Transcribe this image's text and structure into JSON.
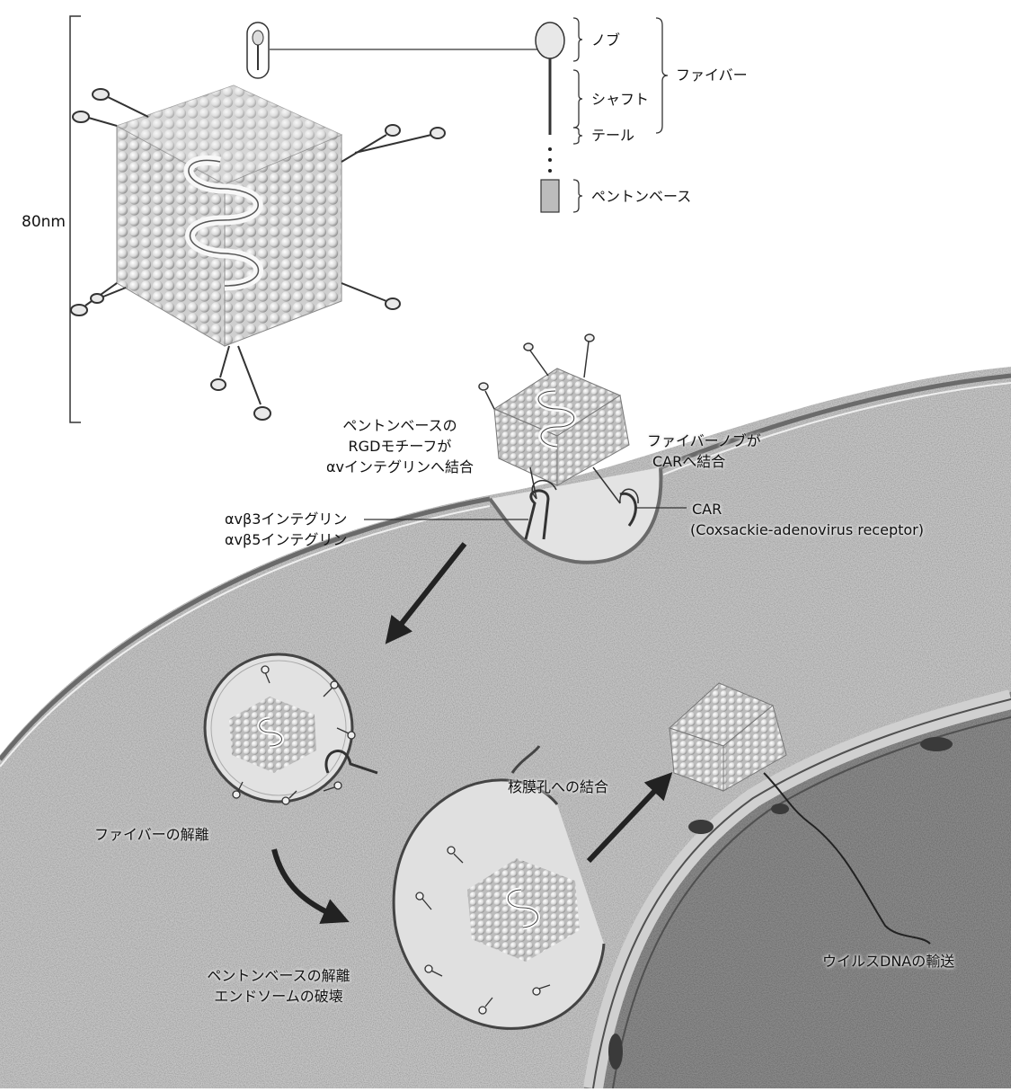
{
  "labels": {
    "scale": "80nm",
    "knob": "ノブ",
    "shaft": "シャフト",
    "tail": "テール",
    "fiber": "ファイバー",
    "penton_base": "ペントンベース",
    "rgd_line1": "ペントンベースの",
    "rgd_line2": "RGDモチーフが",
    "rgd_line3": "αvインテグリンへ結合",
    "fiber_knob_line1": "ファイバーノブが",
    "fiber_knob_line2": "CARへ結合",
    "integrin_b3": "αvβ3インテグリン",
    "integrin_b5": "αvβ5インテグリン",
    "car": "CAR",
    "car_full": "(Coxsackie-adenovirus receptor)",
    "nuclear_pore": "核膜孔への結合",
    "fiber_release": "ファイバーの解離",
    "penton_release_line1": "ペントンベースの解離",
    "penton_release_line2": "エンドソームの破壊",
    "dna_transport": "ウイルスDNAの輸送"
  },
  "colors": {
    "cytoplasm": "#bdbdbd",
    "nucleus": "#8f8f8f",
    "membrane": "#5a5a5a",
    "ink": "#111111"
  }
}
